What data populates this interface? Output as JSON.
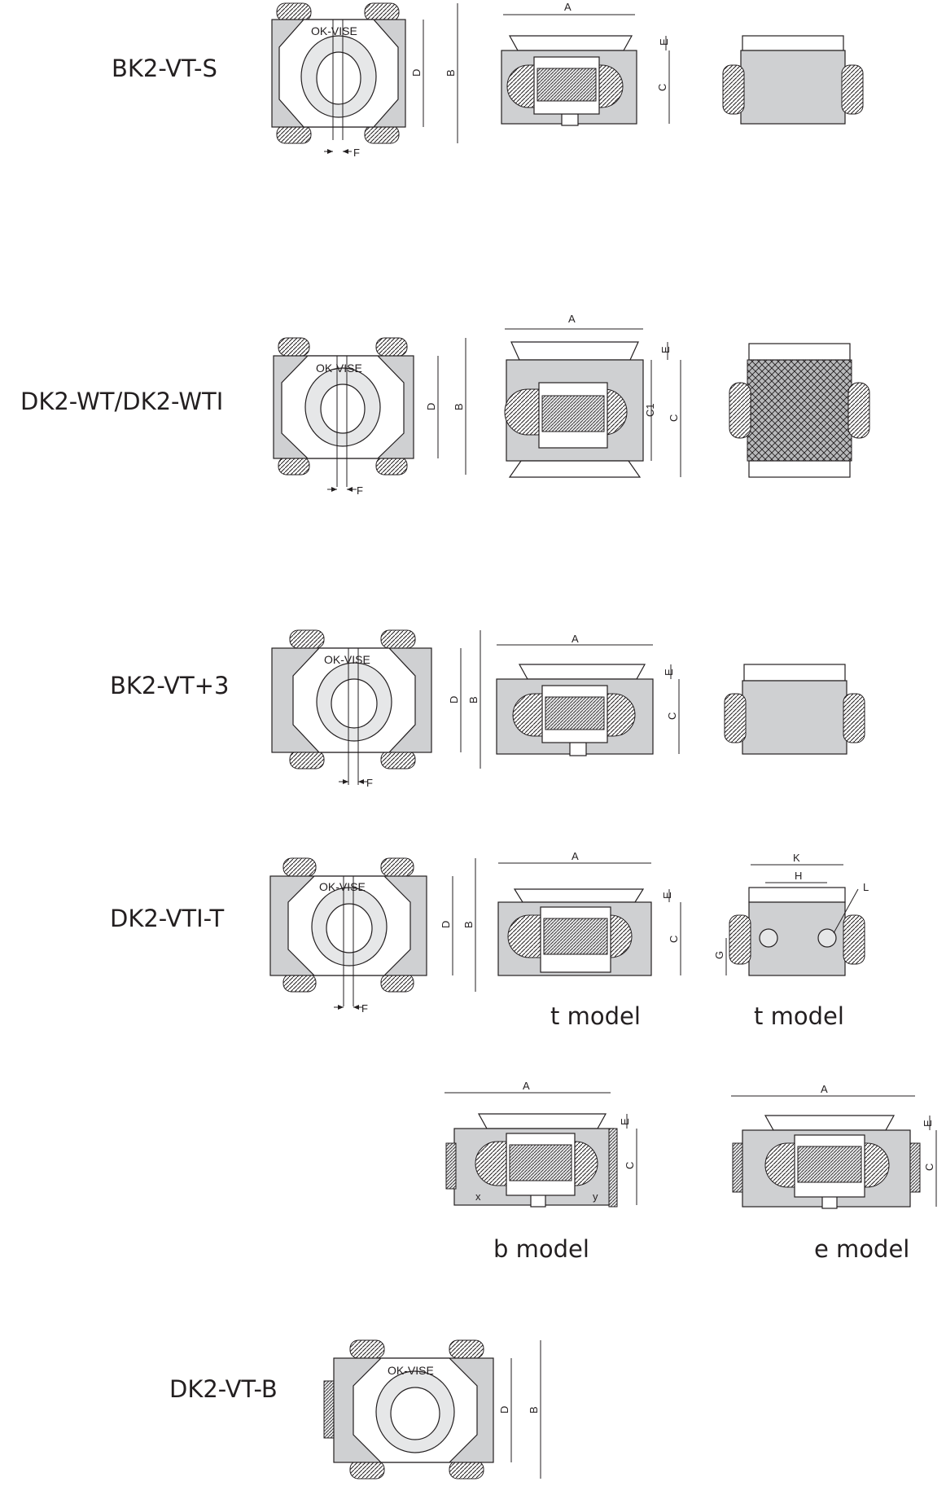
{
  "colors": {
    "ink": "#231f20",
    "body": "#cfd0d2",
    "face": "#ffffff"
  },
  "rows": [
    {
      "label": "BK2-VT-S",
      "brand": "OK-VISE",
      "dims": {
        "a": "A",
        "b": "B",
        "c": "C",
        "d": "D",
        "e": "E",
        "f": "F"
      }
    },
    {
      "label": "DK2-WT/DK2-WTI",
      "brand": "OK-VISE",
      "dims": {
        "a": "A",
        "b": "B",
        "c": "C",
        "c1": "C1",
        "d": "D",
        "e": "E",
        "f": "F"
      }
    },
    {
      "label": "BK2-VT+3",
      "brand": "OK-VISE",
      "dims": {
        "a": "A",
        "b": "B",
        "c": "C",
        "d": "D",
        "e": "E",
        "f": "F"
      }
    },
    {
      "label": "DK2-VTI-T",
      "brand": "OK-VISE",
      "dims": {
        "a": "A",
        "b": "B",
        "c": "C",
        "d": "D",
        "e": "E",
        "f": "F",
        "g": "G",
        "h": "H",
        "k": "K",
        "l": "L"
      },
      "captions": [
        "t model",
        "t model"
      ]
    },
    {
      "label": "",
      "dims": {
        "a": "A",
        "c": "C",
        "e": "E",
        "x": "x",
        "y": "y"
      },
      "captions": [
        "b model",
        "e model"
      ]
    },
    {
      "label": "DK2-VT-B",
      "brand": "OK-VISE",
      "dims": {
        "b": "B",
        "d": "D"
      }
    }
  ]
}
